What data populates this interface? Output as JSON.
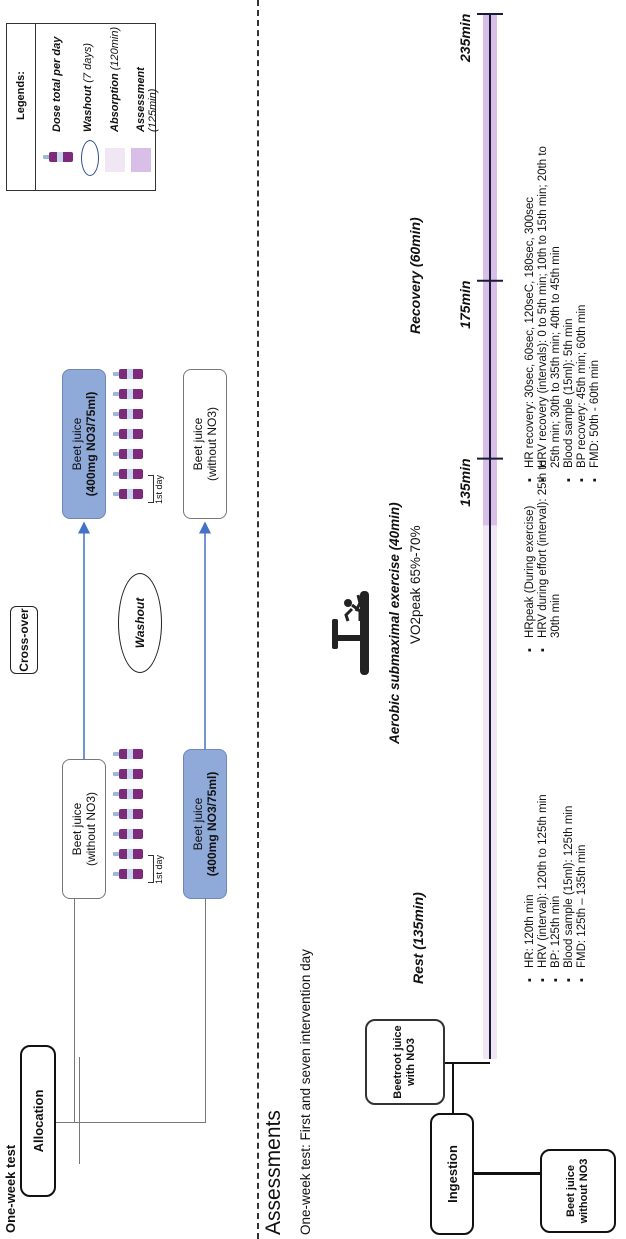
{
  "top": {
    "section_title": "One-week test",
    "allocation": "Allocation",
    "crossover": "Cross-over",
    "washout": "Washout",
    "arm1_period1": {
      "line1": "Beet juice",
      "line2": "(without NO3)"
    },
    "arm1_period2": {
      "line1": "Beet juice",
      "line2": "(400mg NO3/75ml)"
    },
    "arm2_period1": {
      "line1": "Beet juice",
      "line2": "(400mg NO3/75ml)"
    },
    "arm2_period2": {
      "line1": "Beet juice",
      "line2": "(without NO3)"
    },
    "first_day_a": "1st day",
    "first_day_b": "1st day"
  },
  "legend": {
    "title": "Legends:",
    "items": [
      {
        "label": "Dose total per day",
        "note": ""
      },
      {
        "label": "Washout",
        "note": "(7 days)"
      },
      {
        "label": "Absorption",
        "note": "(120min)"
      },
      {
        "label": "Assessment",
        "note": "(125min)"
      }
    ],
    "colors": {
      "dose": "#7d2a7a",
      "washout": "#2d4f8e",
      "absorption": "#f0e6f4",
      "assessment": "#d9bfe8"
    }
  },
  "assessments": {
    "title": "Assessments",
    "subtitle": "One-week test: First and seven intervention day",
    "with_no3": "Beetroot juice with NO3",
    "ingestion": "Ingestion",
    "without_no3": "Beet juice without NO3"
  },
  "phases": {
    "rest": "Rest (135min)",
    "exercise": "Aerobic submaximal exercise (40min)",
    "exercise_sub": "VO2peak 65%-70%",
    "recovery": "Recovery (60min)"
  },
  "timeline": {
    "ticks": [
      "135min",
      "175min",
      "235min"
    ],
    "tick_minutes": [
      135,
      175,
      235
    ],
    "absorption_minutes": [
      0,
      120
    ],
    "assessment_minutes": [
      120,
      235
    ]
  },
  "rest_list": [
    "HR: 120th min",
    "HRV (interval): 120th to 125th min",
    "BP: 125th min",
    "Blood sample (15ml): 125th min",
    "FMD: 125th – 135th min"
  ],
  "exercise_list": [
    "HRpeak (During exercise)",
    "HRV during effort (interval): 25th to 30th min"
  ],
  "recovery_list": [
    "HR recovery: 30sec, 60sec, 120seC, 180sec, 300sec",
    "HRV recovery (intervals): 0 to 5th min; 10th to 15th min; 20th to 25th min; 30th to 35th min; 40th to 45th min",
    "Blood sample (15ml): 5th min",
    "BP recovery: 45th min; 60th min",
    "FMD: 50th - 60th min"
  ]
}
